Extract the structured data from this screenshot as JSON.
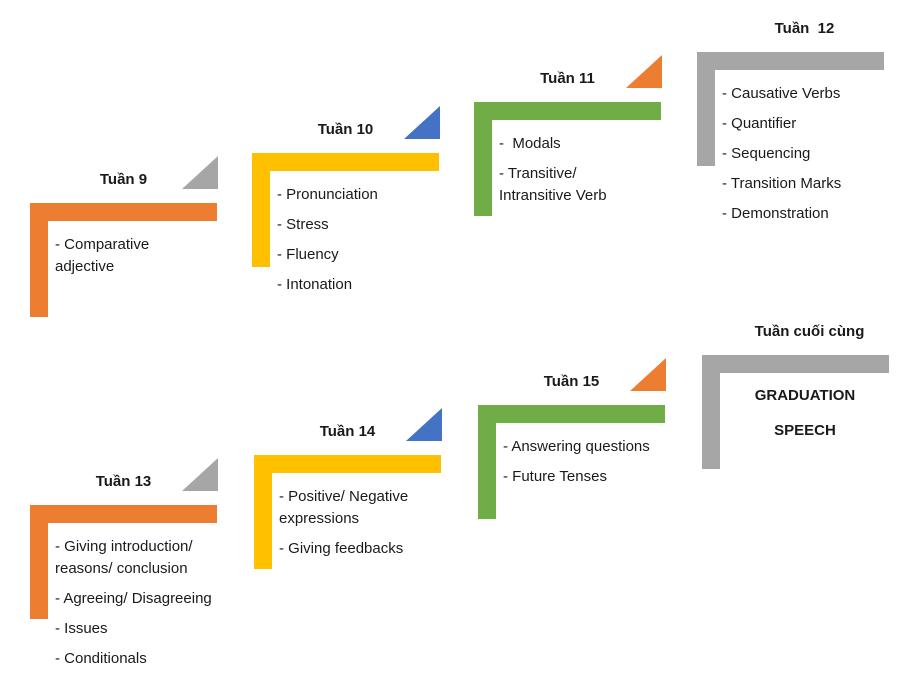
{
  "palette": {
    "orange": "#ED7D31",
    "yellow": "#FFC000",
    "green": "#70AD47",
    "gray": "#A6A6A6",
    "blue": "#4472C4",
    "text": "#1a1a1a",
    "background": "#ffffff"
  },
  "weeks": [
    {
      "label": "Tuần 9",
      "bar_color": "orange",
      "flag_color": "gray",
      "items": [
        "- Comparative adjective"
      ]
    },
    {
      "label": "Tuần 10",
      "bar_color": "yellow",
      "flag_color": "blue",
      "items": [
        "- Pronunciation",
        "- Stress",
        "- Fluency",
        "- Intonation"
      ]
    },
    {
      "label": "Tuần 11",
      "bar_color": "green",
      "flag_color": "orange",
      "items": [
        "-  Modals",
        "- Transitive/ Intransitive Verb"
      ]
    },
    {
      "label": "Tuần  12",
      "bar_color": "gray",
      "flag_color": null,
      "items": [
        "- Causative Verbs",
        "- Quantifier",
        "- Sequencing",
        "- Transition Marks",
        "- Demonstration"
      ]
    },
    {
      "label": "Tuần 13",
      "bar_color": "orange",
      "flag_color": "gray",
      "items": [
        "- Giving introduction/ reasons/ conclusion",
        "- Agreeing/ Disagreeing",
        "- Issues",
        "- Conditionals"
      ]
    },
    {
      "label": "Tuần 14",
      "bar_color": "yellow",
      "flag_color": "blue",
      "items": [
        "- Positive/ Negative expressions",
        "- Giving feedbacks"
      ]
    },
    {
      "label": "Tuần 15",
      "bar_color": "green",
      "flag_color": "orange",
      "items": [
        "- Answering questions",
        "- Future Tenses"
      ]
    },
    {
      "label": "Tuần cuối cùng",
      "bar_color": "gray",
      "flag_color": null,
      "emphasis": true,
      "items": [
        "GRADUATION",
        "SPEECH"
      ]
    }
  ]
}
